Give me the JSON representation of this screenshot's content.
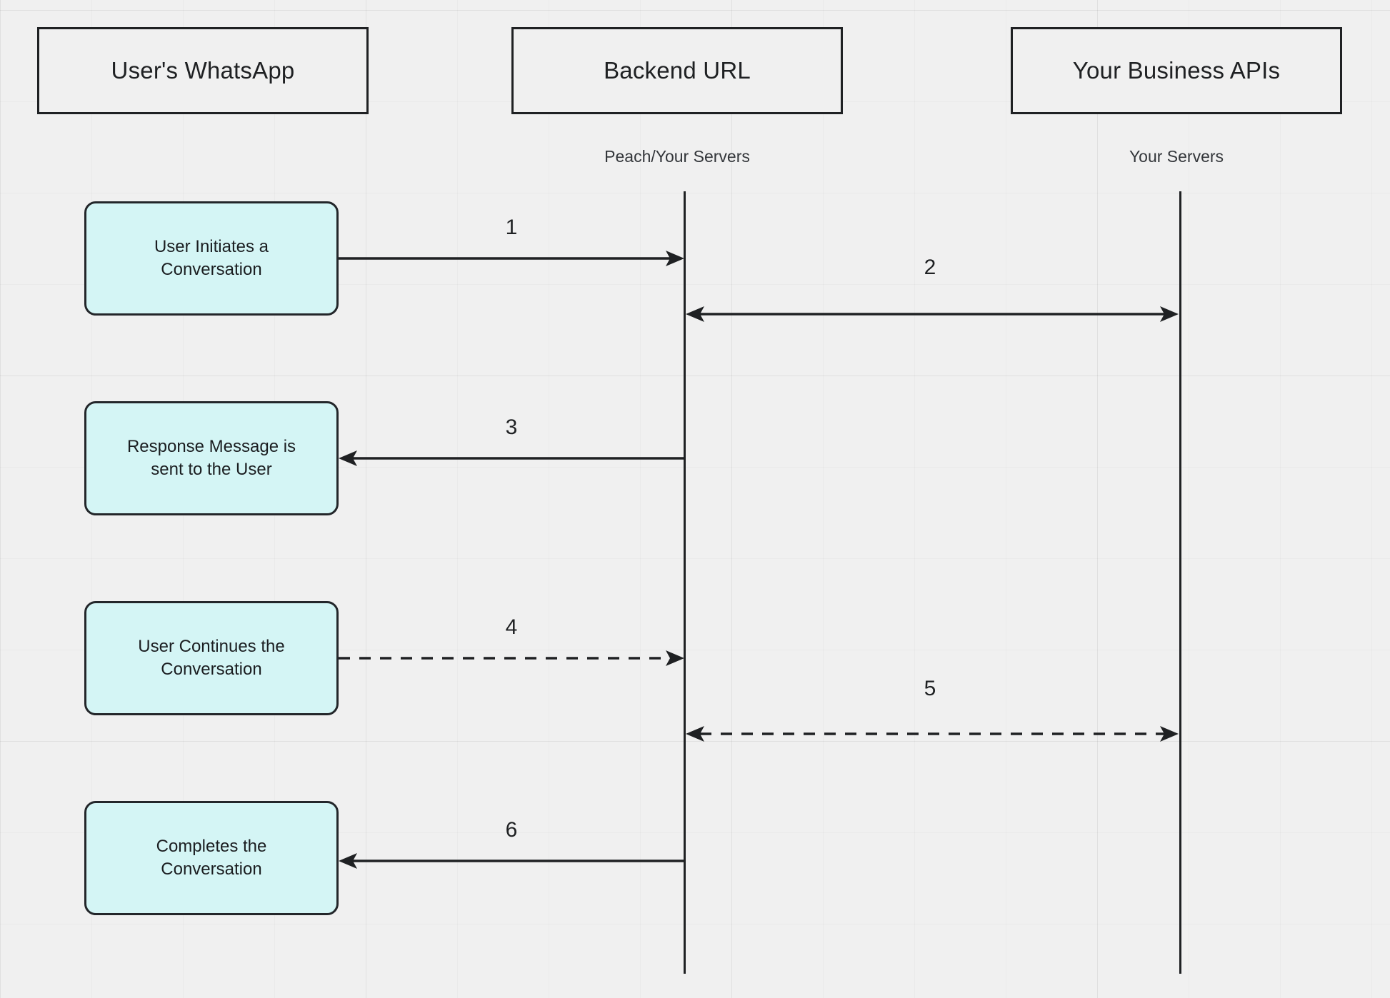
{
  "diagram": {
    "type": "sequence-diagram",
    "background_color": "#f0f0f0",
    "note_fill_color": "#d4f5f5",
    "line_color": "#1f2123",
    "participants": [
      {
        "id": "whatsapp",
        "label": "User's WhatsApp",
        "sublabel": ""
      },
      {
        "id": "backend",
        "label": "Backend URL",
        "sublabel": "Peach/Your Servers"
      },
      {
        "id": "business",
        "label": "Your Business APIs",
        "sublabel": "Your Servers"
      }
    ],
    "notes": [
      {
        "id": "note-1",
        "line1": "User Initiates a",
        "line2": "Conversation"
      },
      {
        "id": "note-2",
        "line1": "Response Message is",
        "line2": "sent to the User"
      },
      {
        "id": "note-3",
        "line1": "User Continues the",
        "line2": "Conversation"
      },
      {
        "id": "note-4",
        "line1": "Completes the",
        "line2": "Conversation"
      }
    ],
    "messages": [
      {
        "number": "1",
        "from": "whatsapp",
        "to": "backend",
        "style": "solid",
        "direction": "right"
      },
      {
        "number": "2",
        "from": "backend",
        "to": "business",
        "style": "solid",
        "direction": "both"
      },
      {
        "number": "3",
        "from": "backend",
        "to": "whatsapp",
        "style": "solid",
        "direction": "left"
      },
      {
        "number": "4",
        "from": "whatsapp",
        "to": "backend",
        "style": "dashed",
        "direction": "right"
      },
      {
        "number": "5",
        "from": "backend",
        "to": "business",
        "style": "dashed",
        "direction": "both"
      },
      {
        "number": "6",
        "from": "backend",
        "to": "whatsapp",
        "style": "solid",
        "direction": "left"
      }
    ]
  }
}
